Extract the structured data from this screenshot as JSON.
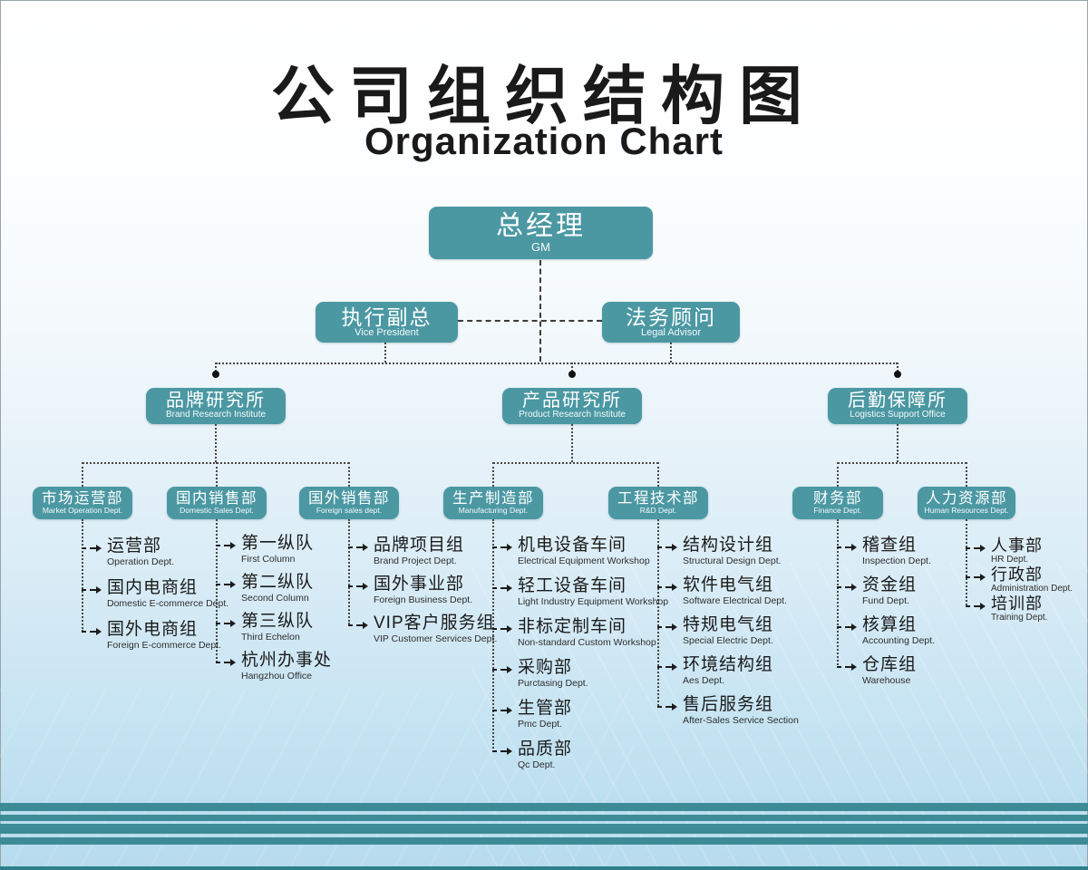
{
  "title": {
    "cn": "公司组织结构图",
    "en": "Organization Chart"
  },
  "colors": {
    "box_teal": "#4b98a3",
    "stripe_teal": "#3d8b96"
  },
  "nodes": {
    "gm": {
      "cn": "总经理",
      "en": "GM"
    },
    "vp": {
      "cn": "执行副总",
      "en": "Vice President"
    },
    "legal": {
      "cn": "法务顾问",
      "en": "Legal Advisor"
    },
    "brand": {
      "cn": "品牌研究所",
      "en": "Brand Research Institute"
    },
    "product": {
      "cn": "产品研究所",
      "en": "Product Research Institute"
    },
    "logistics": {
      "cn": "后勤保障所",
      "en": "Logistics Support Office"
    },
    "market": {
      "cn": "市场运营部",
      "en": "Market Operation Dept."
    },
    "domestic_sales": {
      "cn": "国内销售部",
      "en": "Domestic Sales Dept."
    },
    "foreign_sales": {
      "cn": "国外销售部",
      "en": "Foreign sales dept."
    },
    "manufacturing": {
      "cn": "生产制造部",
      "en": "Manufacturing Dept."
    },
    "rnd": {
      "cn": "工程技术部",
      "en": "R&D Dept."
    },
    "finance": {
      "cn": "财务部",
      "en": "Finance Dept."
    },
    "hr": {
      "cn": "人力资源部",
      "en": "Human Resources Dept."
    }
  },
  "leaves": {
    "market": [
      {
        "cn": "运营部",
        "en": "Operation Dept."
      },
      {
        "cn": "国内电商组",
        "en": "Domestic E-commerce Dept."
      },
      {
        "cn": "国外电商组",
        "en": "Foreign E-commerce Dept."
      }
    ],
    "domestic_sales": [
      {
        "cn": "第一纵队",
        "en": "First Column"
      },
      {
        "cn": "第二纵队",
        "en": "Second Column"
      },
      {
        "cn": "第三纵队",
        "en": "Third Echelon"
      },
      {
        "cn": "杭州办事处",
        "en": "Hangzhou Office"
      }
    ],
    "foreign_sales": [
      {
        "cn": "品牌项目组",
        "en": "Brand Project Dept."
      },
      {
        "cn": "国外事业部",
        "en": "Foreign Business Dept."
      },
      {
        "cn": "VIP客户服务组",
        "en": "VIP Customer Services Dept."
      }
    ],
    "manufacturing": [
      {
        "cn": "机电设备车间",
        "en": "Electrical Equipment Workshop"
      },
      {
        "cn": "轻工设备车间",
        "en": "Light Industry Equipment Workshop"
      },
      {
        "cn": "非标定制车间",
        "en": "Non-standard Custom Workshop"
      },
      {
        "cn": "采购部",
        "en": "Purctasing Dept."
      },
      {
        "cn": "生管部",
        "en": "Pmc Dept."
      },
      {
        "cn": "品质部",
        "en": "Qc Dept."
      }
    ],
    "rnd": [
      {
        "cn": "结构设计组",
        "en": "Structural Design Dept."
      },
      {
        "cn": "软件电气组",
        "en": "Software Electrical Dept."
      },
      {
        "cn": "特规电气组",
        "en": "Special Electric Dept."
      },
      {
        "cn": "环境结构组",
        "en": "Aes Dept."
      },
      {
        "cn": "售后服务组",
        "en": "After-Sales Service Section"
      }
    ],
    "finance": [
      {
        "cn": "稽查组",
        "en": "Inspection Dept."
      },
      {
        "cn": "资金组",
        "en": "Fund Dept."
      },
      {
        "cn": "核算组",
        "en": "Accounting Dept."
      },
      {
        "cn": "仓库组",
        "en": "Warehouse"
      }
    ],
    "hr": [
      {
        "cn": "人事部",
        "en": "HR Dept."
      },
      {
        "cn": "行政部",
        "en": "Administration Dept."
      },
      {
        "cn": "培训部",
        "en": "Training Dept."
      }
    ]
  }
}
